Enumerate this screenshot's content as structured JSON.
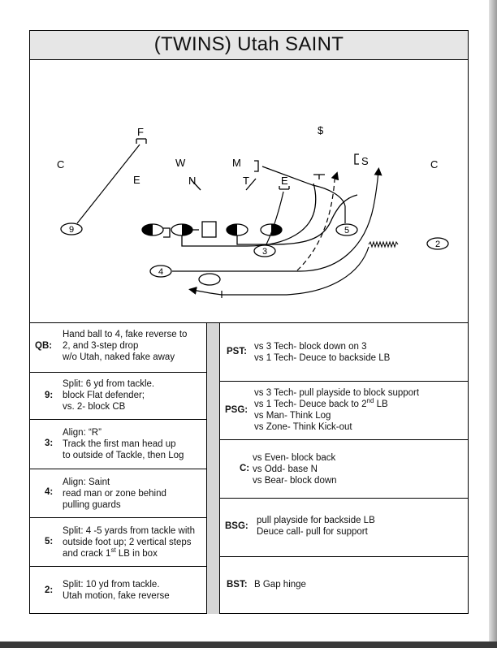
{
  "title": "(TWINS) Utah SAINT",
  "diagram": {
    "labels": {
      "F": "F",
      "dollar": "$",
      "C_left": "C",
      "W": "W",
      "M": "M",
      "S": "S",
      "C_right": "C",
      "E_left": "E",
      "N": "N",
      "T": "T",
      "E_right": "E"
    },
    "player_numbers": {
      "p9": "9",
      "p3": "3",
      "p5": "5",
      "p4": "4",
      "p2": "2"
    }
  },
  "left_table": [
    {
      "label": "QB:",
      "lines": [
        "Hand ball to 4, fake reverse to",
        "2, and 3-step drop",
        "w/o Utah, naked fake away"
      ]
    },
    {
      "label": "9:",
      "lines": [
        "Split: 6 yd from tackle.",
        "block Flat defender;",
        "vs. 2- block CB"
      ]
    },
    {
      "label": "3:",
      "lines": [
        "Align: “R”",
        "Track the first man head up",
        "to outside of Tackle, then Log"
      ]
    },
    {
      "label": "4:",
      "lines": [
        "Align: Saint",
        "read man or zone behind",
        "pulling guards"
      ]
    },
    {
      "label": "5:",
      "lines": [
        "Split: 4 -5 yards from tackle with",
        "outside foot up; 2 vertical steps"
      ],
      "line3_pre": "and crack 1",
      "line3_sup": "st",
      "line3_post": " LB in box"
    },
    {
      "label": "2:",
      "lines": [
        "Split: 10 yd from tackle.",
        "Utah motion, fake reverse"
      ]
    }
  ],
  "right_table": [
    {
      "label": "PST:",
      "lines": [
        "vs 3 Tech- block down on 3",
        "vs 1 Tech- Deuce to backside LB"
      ]
    },
    {
      "label": "PSG:",
      "line1": "vs 3 Tech- pull playside to block support",
      "line2_pre": "vs 1 Tech- Deuce back to 2",
      "line2_sup": "nd",
      "line2_post": " LB",
      "lines": [
        "vs Man- Think Log",
        "vs Zone- Think Kick-out"
      ]
    },
    {
      "label": "C:",
      "lines": [
        "vs Even- block back",
        "vs Odd- base N",
        "vs Bear- block down"
      ]
    },
    {
      "label": "BSG:",
      "lines": [
        "pull playside for backside LB",
        "Deuce call- pull for support"
      ]
    },
    {
      "label": "BST:",
      "lines": [
        "B Gap hinge"
      ]
    }
  ]
}
